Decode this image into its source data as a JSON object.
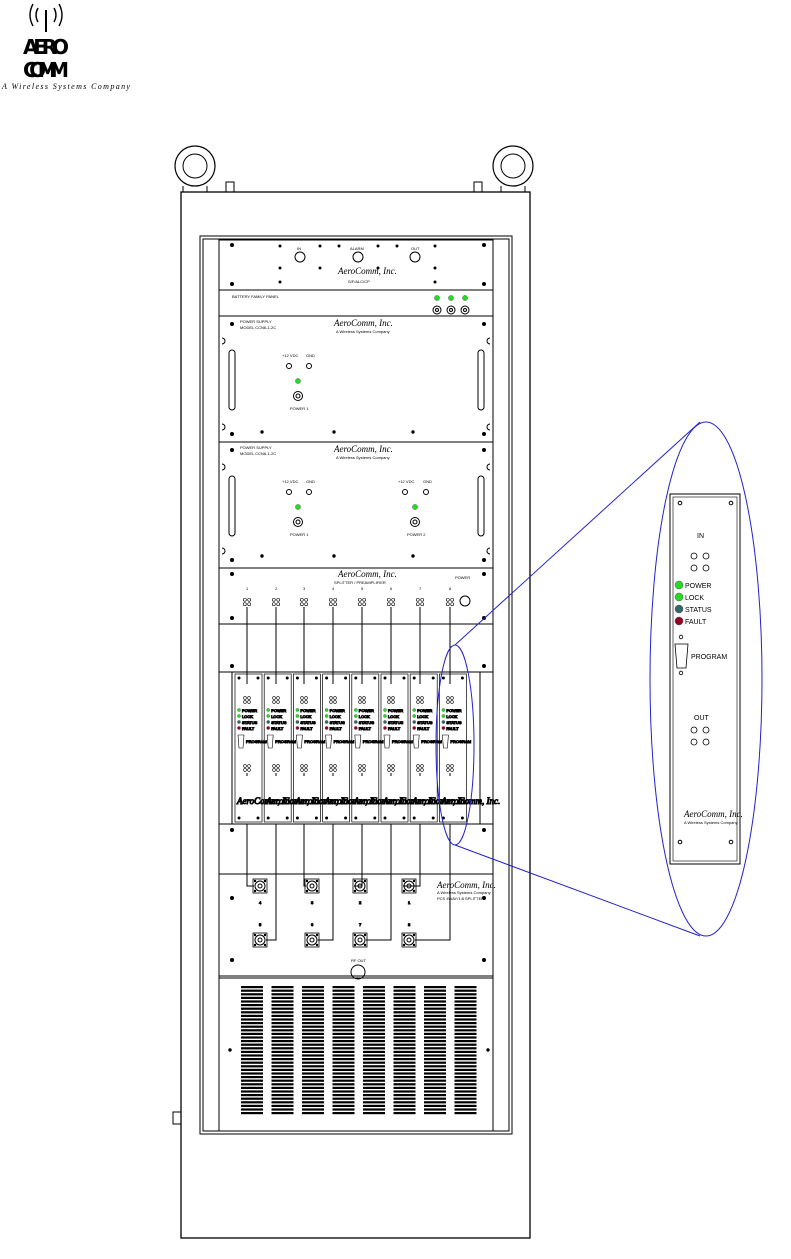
{
  "logo": {
    "line1": "AERO",
    "line2": "COMM",
    "tagline": "A Wireless Systems Company"
  },
  "panels": {
    "top_module_labels": [
      "IN",
      "ALARM",
      "OUT"
    ],
    "top_module_brand": "AeroComm, Inc.",
    "top_module_model": "S/F/ALC/CP",
    "battery_panel_label": "BATTERY FAMILY PANEL",
    "power_supply_1": {
      "title": "POWER SUPPLY",
      "model": "MODEL CCN6-1-2C",
      "brand": "AeroComm, Inc.",
      "brand_sub": "A Wireless Systems Company",
      "labels": [
        "+12 VDC",
        "GND"
      ],
      "power_label": "POWER 1"
    },
    "power_supply_2": {
      "title": "POWER SUPPLY",
      "model": "MODEL CCN6-1-2C",
      "brand": "AeroComm, Inc.",
      "brand_sub": "A Wireless Systems Company",
      "labels_left": [
        "+12 VDC",
        "GND"
      ],
      "labels_right": [
        "+12 VDC",
        "GND"
      ],
      "power_labels": [
        "POWER 1",
        "POWER 2"
      ]
    },
    "splitter": {
      "brand": "AeroComm, Inc.",
      "title": "SPLITTER / PREAMPLIFIER",
      "port_numbers": [
        "1",
        "2",
        "3",
        "4",
        "5",
        "6",
        "7",
        "8"
      ],
      "power_label": "POWER"
    },
    "cards": {
      "count": 8,
      "led_labels": [
        "POWER",
        "LOCK",
        "STATUS",
        "FAULT"
      ],
      "program_label": "PROGRAM",
      "brand": "AeroComm, Inc."
    },
    "combiner": {
      "brand": "AeroComm, Inc.",
      "subtitle": "A Wireless Systems Company",
      "title": "PCS 4WAY/1:8 SPLITTER",
      "top_numbers": [
        "4",
        "3",
        "2",
        "1"
      ],
      "bottom_numbers": [
        "5",
        "6",
        "7",
        "8"
      ],
      "ant_label": "RF OUT"
    }
  },
  "zoom_card": {
    "in_label": "IN",
    "leds": [
      {
        "label": "POWER",
        "color": "#22dd22"
      },
      {
        "label": "LOCK",
        "color": "#22dd22"
      },
      {
        "label": "STATUS",
        "color": "#336666"
      },
      {
        "label": "FAULT",
        "color": "#990022"
      }
    ],
    "program_label": "PROGRAM",
    "out_label": "OUT",
    "brand": "AeroComm, Inc.",
    "brand_sub": "A Wireless Systems Company"
  },
  "colors": {
    "led_green": "#22dd22",
    "zoom_outline": "#2222cc"
  }
}
